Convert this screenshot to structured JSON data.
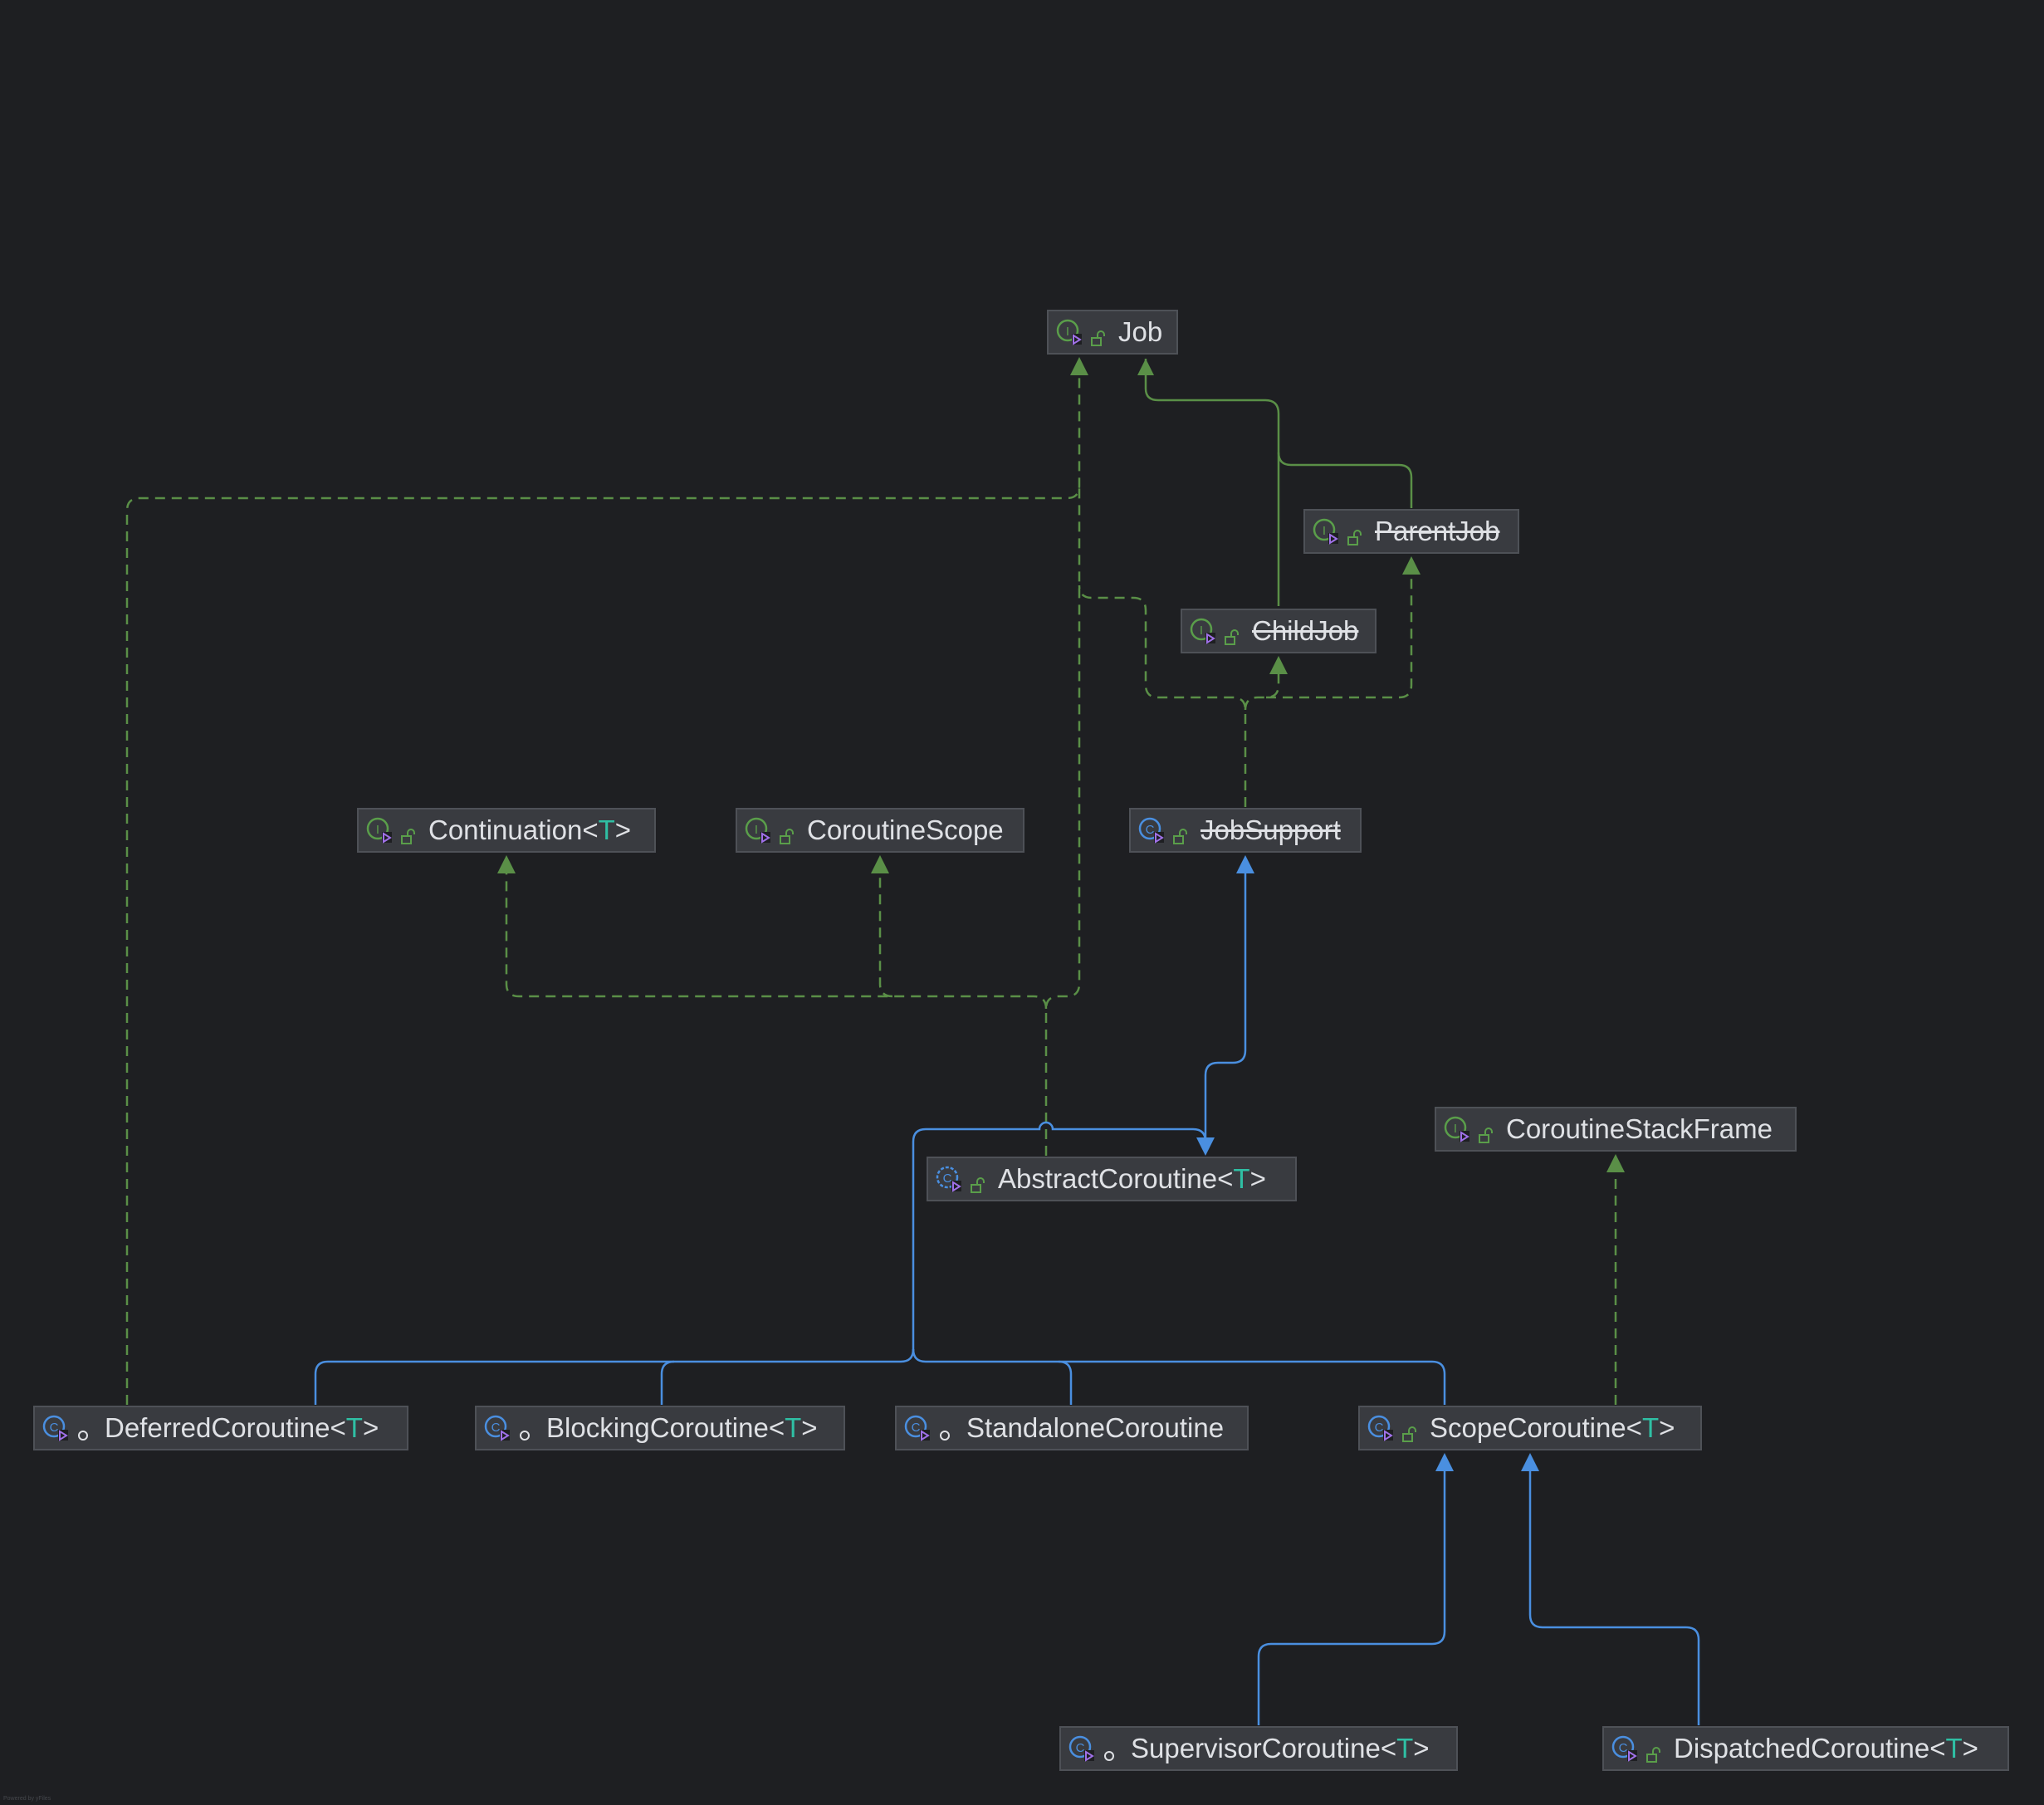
{
  "diagram": {
    "footer": "Powered by yFiles",
    "colors": {
      "background": "#1e1f22",
      "node_fill": "#393b40",
      "node_border": "#4e5157",
      "text": "#dfe1e5",
      "type_param": "#2fbfa4",
      "implements_edge": "#5a8f47",
      "extends_edge": "#4a8fe0"
    },
    "nodes": [
      {
        "id": "job",
        "name": "Job",
        "type_param": "",
        "kind": "interface",
        "visibility": "public",
        "deprecated": false
      },
      {
        "id": "parentjob",
        "name": "ParentJob",
        "type_param": "",
        "kind": "interface",
        "visibility": "public",
        "deprecated": true
      },
      {
        "id": "childjob",
        "name": "ChildJob",
        "type_param": "",
        "kind": "interface",
        "visibility": "public",
        "deprecated": true
      },
      {
        "id": "continuation",
        "name": "Continuation",
        "type_param": "T",
        "kind": "interface",
        "visibility": "public",
        "deprecated": false
      },
      {
        "id": "coroutinescope",
        "name": "CoroutineScope",
        "type_param": "",
        "kind": "interface",
        "visibility": "public",
        "deprecated": false
      },
      {
        "id": "jobsupport",
        "name": "JobSupport",
        "type_param": "",
        "kind": "class",
        "visibility": "public",
        "deprecated": true
      },
      {
        "id": "coroutinestackframe",
        "name": "CoroutineStackFrame",
        "type_param": "",
        "kind": "interface",
        "visibility": "public",
        "deprecated": false
      },
      {
        "id": "abstractcoroutine",
        "name": "AbstractCoroutine",
        "type_param": "T",
        "kind": "abstract-class",
        "visibility": "public",
        "deprecated": false
      },
      {
        "id": "deferredcoroutine",
        "name": "DeferredCoroutine",
        "type_param": "T",
        "kind": "class",
        "visibility": "private",
        "deprecated": false
      },
      {
        "id": "blockingcoroutine",
        "name": "BlockingCoroutine",
        "type_param": "T",
        "kind": "class",
        "visibility": "private",
        "deprecated": false
      },
      {
        "id": "standalonecoroutine",
        "name": "StandaloneCoroutine",
        "type_param": "",
        "kind": "class",
        "visibility": "private",
        "deprecated": false
      },
      {
        "id": "scopecoroutine",
        "name": "ScopeCoroutine",
        "type_param": "T",
        "kind": "class",
        "visibility": "public",
        "deprecated": false
      },
      {
        "id": "supervisorcoroutine",
        "name": "SupervisorCoroutine",
        "type_param": "T",
        "kind": "class",
        "visibility": "private",
        "deprecated": false
      },
      {
        "id": "dispatchedcoroutine",
        "name": "DispatchedCoroutine",
        "type_param": "T",
        "kind": "class",
        "visibility": "public",
        "deprecated": false
      }
    ],
    "edges": [
      {
        "from": "parentjob",
        "to": "job",
        "relation": "extends-interface"
      },
      {
        "from": "childjob",
        "to": "job",
        "relation": "extends-interface"
      },
      {
        "from": "jobsupport",
        "to": "childjob",
        "relation": "implements"
      },
      {
        "from": "jobsupport",
        "to": "parentjob",
        "relation": "implements"
      },
      {
        "from": "jobsupport",
        "to": "job",
        "relation": "implements"
      },
      {
        "from": "abstractcoroutine",
        "to": "continuation",
        "relation": "implements"
      },
      {
        "from": "abstractcoroutine",
        "to": "coroutinescope",
        "relation": "implements"
      },
      {
        "from": "abstractcoroutine",
        "to": "job",
        "relation": "implements"
      },
      {
        "from": "abstractcoroutine",
        "to": "jobsupport",
        "relation": "extends"
      },
      {
        "from": "deferredcoroutine",
        "to": "job",
        "relation": "implements"
      },
      {
        "from": "deferredcoroutine",
        "to": "abstractcoroutine",
        "relation": "extends"
      },
      {
        "from": "blockingcoroutine",
        "to": "abstractcoroutine",
        "relation": "extends"
      },
      {
        "from": "standalonecoroutine",
        "to": "abstractcoroutine",
        "relation": "extends"
      },
      {
        "from": "scopecoroutine",
        "to": "abstractcoroutine",
        "relation": "extends"
      },
      {
        "from": "scopecoroutine",
        "to": "coroutinestackframe",
        "relation": "implements"
      },
      {
        "from": "supervisorcoroutine",
        "to": "scopecoroutine",
        "relation": "extends"
      },
      {
        "from": "dispatchedcoroutine",
        "to": "scopecoroutine",
        "relation": "extends"
      }
    ]
  }
}
